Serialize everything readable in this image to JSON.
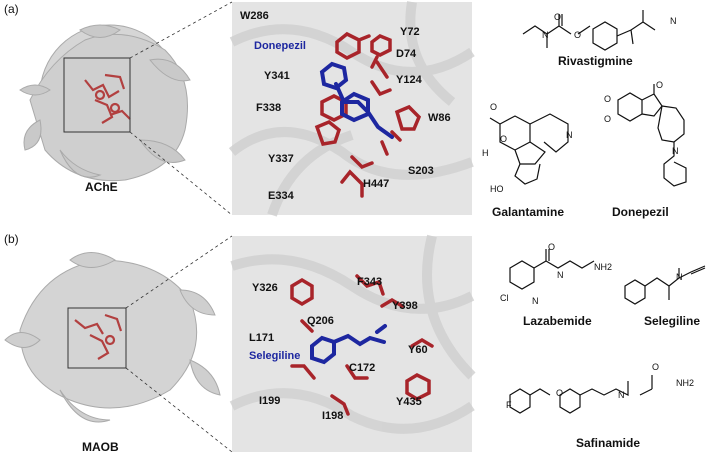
{
  "panels": [
    {
      "letter": "(a)",
      "protein": "AChE",
      "ligand": "Donepezil",
      "residues": [
        "W286",
        "Y72",
        "D74",
        "Y341",
        "Y124",
        "F338",
        "W86",
        "Y337",
        "S203",
        "H447",
        "E334"
      ],
      "compounds": [
        "Rivastigmine",
        "Galantamine",
        "Donepezil"
      ]
    },
    {
      "letter": "(b)",
      "protein": "MAOB",
      "ligand": "Selegiline",
      "residues": [
        "Y326",
        "F343",
        "Y398",
        "L171",
        "Q206",
        "Y60",
        "C172",
        "I199",
        "Y435",
        "I198"
      ],
      "compounds": [
        "Lazabemide",
        "Selegiline",
        "Safinamide"
      ]
    }
  ],
  "atoms": {
    "O": "O",
    "N": "N",
    "H": "H",
    "HO": "HO",
    "Cl": "Cl",
    "F": "F",
    "NH2": "NH2"
  },
  "colors": {
    "residue": "#a8242a",
    "ligand": "#1d27a0",
    "protein": "#bdbdbd",
    "frame": "#555555"
  }
}
